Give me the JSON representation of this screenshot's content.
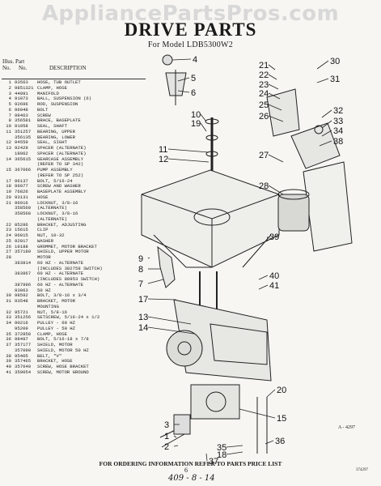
{
  "watermark": "AppliancePartsPros.com",
  "title": "DRIVE PARTS",
  "model": "For Model LDB5300W2",
  "header": {
    "line1": "Illus.  Part",
    "no": "No.",
    "part_no": "No.",
    "description": "DESCRIPTION"
  },
  "parts": [
    {
      "n": "1",
      "p": "93563",
      "d": "HOSE, TUB OUTLET"
    },
    {
      "n": "2",
      "p": "9851321",
      "d": "CLAMP, HOSE"
    },
    {
      "n": "3",
      "p": "44091",
      "d": "MANIFOLD"
    },
    {
      "n": "4",
      "p": "91073",
      "d": "BALL, SUSPENSION (6)"
    },
    {
      "n": "5",
      "p": "92696",
      "d": "ROD, SUSPENSION"
    },
    {
      "n": "6",
      "p": "96048",
      "d": "BOLT"
    },
    {
      "n": "7",
      "p": "98463",
      "d": "SCREW"
    },
    {
      "n": "8",
      "p": "356581",
      "d": "BRACE, BASEPLATE"
    },
    {
      "n": "10",
      "p": "91958",
      "d": "SEAL, SHAFT"
    },
    {
      "n": "11",
      "p": "351257",
      "d": "BEARING, UPPER"
    },
    {
      "n": "",
      "p": "356135",
      "d": "BEARING, LOWER"
    },
    {
      "n": "12",
      "p": "94559",
      "d": "SEAL, SIGHT"
    },
    {
      "n": "13",
      "p": "92429",
      "d": "SPACER (ALTERNATE)"
    },
    {
      "n": "",
      "p": "18062",
      "d": "SPACER (ALTERNATE)"
    },
    {
      "n": "14",
      "p": "365615",
      "d": "GEARCASE ASSEMBLY"
    },
    {
      "n": "",
      "p": "",
      "d": "(REFER TO SP 342)"
    },
    {
      "n": "15",
      "p": "367066",
      "d": "PUMP ASSEMBLY"
    },
    {
      "n": "",
      "p": "",
      "d": "(REFER TO SP 252)"
    },
    {
      "n": "17",
      "p": "96137",
      "d": "BOLT, 5/16-24"
    },
    {
      "n": "18",
      "p": "96077",
      "d": "SCREW AND WASHER"
    },
    {
      "n": "19",
      "p": "76826",
      "d": "BASEPLATE ASSEMBLY"
    },
    {
      "n": "20",
      "p": "93131",
      "d": "HOSE"
    },
    {
      "n": "21",
      "p": "96016",
      "d": "LOCKNUT, 3/8-16"
    },
    {
      "n": "",
      "p": "358560",
      "d": "(ALTERNATE)"
    },
    {
      "n": "",
      "p": "358568",
      "d": "LOCKNUT, 3/8-16"
    },
    {
      "n": "",
      "p": "",
      "d": "(ALTERNATE)"
    },
    {
      "n": "22",
      "p": "85286",
      "d": "BRACKET, ADJUSTING"
    },
    {
      "n": "23",
      "p": "15615",
      "d": "CLIP"
    },
    {
      "n": "24",
      "p": "96015",
      "d": "NUT, 10-32"
    },
    {
      "n": "25",
      "p": "92017",
      "d": "WASHER"
    },
    {
      "n": "26",
      "p": "19188",
      "d": "GROMMET, MOTOR BRACKET"
    },
    {
      "n": "27",
      "p": "357189",
      "d": "SHIELD, UPPER MOTOR"
    },
    {
      "n": "28",
      "p": "",
      "d": "MOTOR"
    },
    {
      "n": "",
      "p": "383814",
      "d": "60 HZ - ALTERNATE"
    },
    {
      "n": "",
      "p": "",
      "d": "(INCLUDES 382758 SWITCH)"
    },
    {
      "n": "",
      "p": "383867",
      "d": "60 HZ - ALTERNATE"
    },
    {
      "n": "",
      "p": "",
      "d": "(INCLUDES 88953 SWITCH)"
    },
    {
      "n": "",
      "p": "387996",
      "d": "60 HZ - ALTERNATE"
    },
    {
      "n": "",
      "p": "93063",
      "d": "50 HZ"
    },
    {
      "n": "30",
      "p": "98592",
      "d": "BOLT, 3/8-16 x 3/4"
    },
    {
      "n": "31",
      "p": "93548",
      "d": "BRACKET, MOTOR"
    },
    {
      "n": "",
      "p": "",
      "d": "MOUNTING"
    },
    {
      "n": "32",
      "p": "95721",
      "d": "NUT, 5/8-16"
    },
    {
      "n": "33",
      "p": "351256",
      "d": "SETSCREW, 5/16-24 x 1/2"
    },
    {
      "n": "34",
      "p": "90216",
      "d": "PULLEY - 60 HZ"
    },
    {
      "n": "",
      "p": "95209",
      "d": "PULLEY - 50 HZ"
    },
    {
      "n": "35",
      "p": "372858",
      "d": "CLAMP, HOSE"
    },
    {
      "n": "36",
      "p": "98497",
      "d": "BOLT, 5/16-18 x 7/8"
    },
    {
      "n": "37",
      "p": "357177",
      "d": "SHIELD, MOTOR"
    },
    {
      "n": "",
      "p": "357090",
      "d": "SHIELD, MOTOR 50 HZ"
    },
    {
      "n": "38",
      "p": "95405",
      "d": "BELT, \"V\""
    },
    {
      "n": "39",
      "p": "357465",
      "d": "BRACKET, HOSE"
    },
    {
      "n": "40",
      "p": "357640",
      "d": "SCREW, HOSE BRACKET"
    },
    {
      "n": "41",
      "p": "359054",
      "d": "SCREW, MOTOR GROUND"
    }
  ],
  "callouts": [
    {
      "t": "4"
    },
    {
      "t": "5"
    },
    {
      "t": "6"
    },
    {
      "t": "10"
    },
    {
      "t": "19"
    },
    {
      "t": "11"
    },
    {
      "t": "12"
    },
    {
      "t": "9"
    },
    {
      "t": "8"
    },
    {
      "t": "7"
    },
    {
      "t": "17"
    },
    {
      "t": "13"
    },
    {
      "t": "14"
    },
    {
      "t": "1"
    },
    {
      "t": "2"
    },
    {
      "t": "3"
    },
    {
      "t": "18"
    },
    {
      "t": "35"
    },
    {
      "t": "20"
    },
    {
      "t": "15"
    },
    {
      "t": "37"
    },
    {
      "t": "21"
    },
    {
      "t": "22"
    },
    {
      "t": "23"
    },
    {
      "t": "24"
    },
    {
      "t": "25"
    },
    {
      "t": "26"
    },
    {
      "t": "27"
    },
    {
      "t": "28"
    },
    {
      "t": "30"
    },
    {
      "t": "31"
    },
    {
      "t": "32"
    },
    {
      "t": "33"
    },
    {
      "t": "34"
    },
    {
      "t": "38"
    },
    {
      "t": "39"
    },
    {
      "t": "40"
    },
    {
      "t": "41"
    },
    {
      "t": "36"
    }
  ],
  "figure_code": "A - 4297",
  "footer": "FOR ORDERING INFORMATION REFER TO PARTS PRICE LIST",
  "page_number": "6",
  "handwritten": "409 - 8 - 14",
  "doc_code": "374297"
}
